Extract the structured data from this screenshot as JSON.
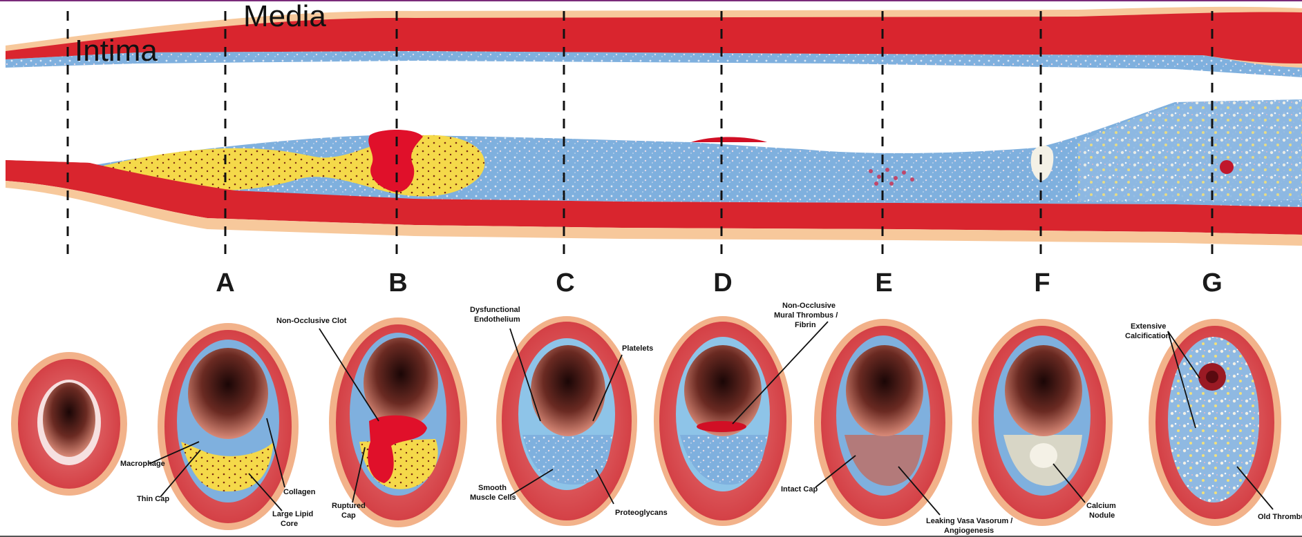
{
  "layer_labels": {
    "intima": "Intima",
    "media": "Media"
  },
  "stages": [
    "A",
    "B",
    "C",
    "D",
    "E",
    "F",
    "G"
  ],
  "annotations": {
    "non_occlusive_clot": "Non-Occlusive Clot",
    "macrophage": "Macrophage",
    "thin_cap": "Thin Cap",
    "collagen": "Collagen",
    "large_lipid_core_1": "Large Lipid",
    "large_lipid_core_2": "Core",
    "ruptured_cap_1": "Ruptured",
    "ruptured_cap_2": "Cap",
    "dysfunctional_endothelium_1": "Dysfunctional",
    "dysfunctional_endothelium_2": "Endothelium",
    "platelets": "Platelets",
    "smooth_muscle_cells_1": "Smooth",
    "smooth_muscle_cells_2": "Muscle Cells",
    "proteoglycans": "Proteoglycans",
    "mural_thrombus_1": "Non-Occlusive",
    "mural_thrombus_2": "Mural Thrombus /",
    "mural_thrombus_3": "Fibrin",
    "intact_cap": "Intact Cap",
    "leaking_vasa_vasorum_1": "Leaking Vasa Vasorum /",
    "leaking_vasa_vasorum_2": "Angiogenesis",
    "calcium_nodule_1": "Calcium",
    "calcium_nodule_2": "Nodule",
    "extensive_calcification_1": "Extensive",
    "extensive_calcification_2": "Calcification",
    "old_thrombus": "Old Thrombus"
  },
  "colors": {
    "media_red": "#d9252e",
    "adventitia": "#f7c89b",
    "intima_blue": "#7fb0de",
    "lipid_yellow": "#f5d94a",
    "clot_red": "#e0102a",
    "lumen_dark": "#2a1010"
  }
}
